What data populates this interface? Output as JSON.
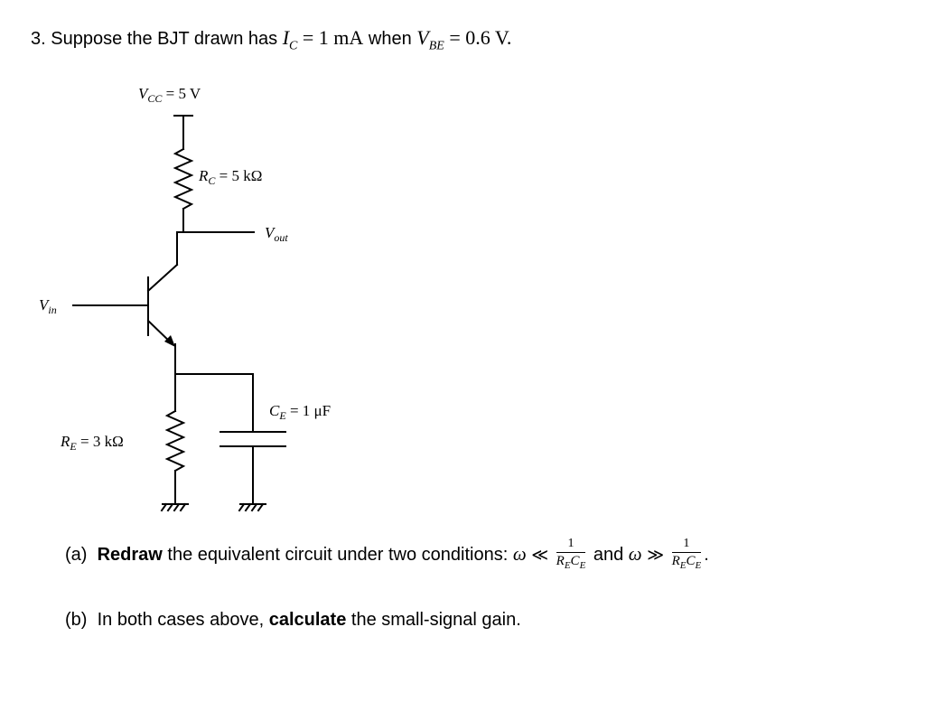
{
  "question": {
    "number": "3.",
    "lead": "Suppose the BJT drawn has",
    "ic_symbol": "I",
    "ic_sub": "C",
    "ic_value": "= 1 mA",
    "when": "when",
    "vbe_symbol": "V",
    "vbe_sub": "BE",
    "vbe_value": "= 0.6 V."
  },
  "circuit": {
    "vcc": {
      "symbol": "V",
      "sub": "CC",
      "value": " = 5 V"
    },
    "rc": {
      "symbol": "R",
      "sub": "C",
      "value": " = 5 kΩ"
    },
    "vout": {
      "symbol": "V",
      "sub": "out"
    },
    "vin": {
      "symbol": "V",
      "sub": "in"
    },
    "re": {
      "symbol": "R",
      "sub": "E",
      "value": " = 3 kΩ"
    },
    "ce": {
      "symbol": "C",
      "sub": "E",
      "value": " = 1 μF"
    }
  },
  "part_a": {
    "label": "(a)",
    "bold": "Redraw",
    "text": "the equivalent circuit under two conditions:",
    "omega": "ω",
    "ll": "≪",
    "and": "and",
    "gg": "≫",
    "frac_num": "1",
    "frac_den_r": "R",
    "frac_den_r_sub": "E",
    "frac_den_c": "C",
    "frac_den_c_sub": "E",
    "end": "."
  },
  "part_b": {
    "label": "(b)",
    "text1": "In both cases above,",
    "bold": "calculate",
    "text2": "the small-signal gain."
  }
}
